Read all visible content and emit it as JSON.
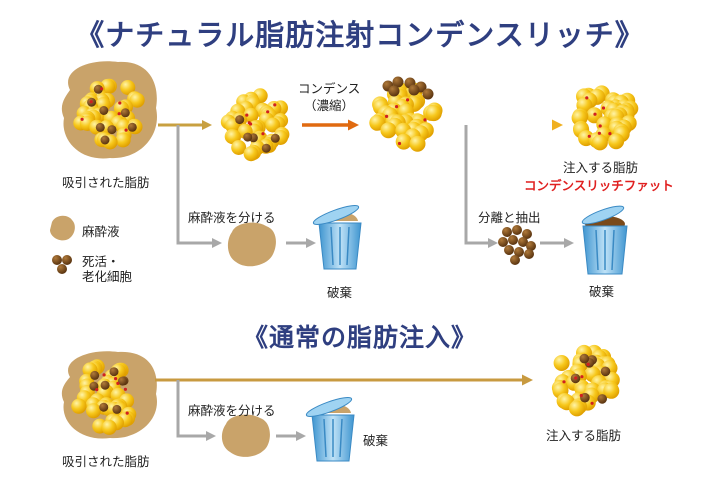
{
  "titles": {
    "natural": "《ナチュラル脂肪注射コンデンスリッチ》",
    "normal": "《通常の脂肪注入》"
  },
  "top_flow": {
    "source_label": "吸引された脂肪",
    "condense_label_1": "コンデンス",
    "condense_label_2": "（濃縮）",
    "anesthetic_split_label": "麻酔液を分ける",
    "discard_label_left": "破棄",
    "separate_extract_label": "分離と抽出",
    "discard_label_right": "破棄",
    "injected_label": "注入する脂肪",
    "product_label": "コンデンスリッチファット"
  },
  "legend": {
    "anesthetic": "麻酔液",
    "dead_cells_1": "死活・",
    "dead_cells_2": "老化細胞"
  },
  "bottom_flow": {
    "source_label": "吸引された脂肪",
    "anesthetic_split_label": "麻酔液を分ける",
    "discard_label": "破棄",
    "injected_label": "注入する脂肪"
  },
  "colors": {
    "title": "#2f3f80",
    "fat_yellow": "#f4c21a",
    "anesthetic_tan": "#c9a36a",
    "dead_cell_brown": "#7a4a1a",
    "arrow_gray": "#a8a8a8",
    "arrow_orange": "#e06a10",
    "bucket_blue": "#5fb2e6",
    "highlight_red": "#e02020"
  }
}
